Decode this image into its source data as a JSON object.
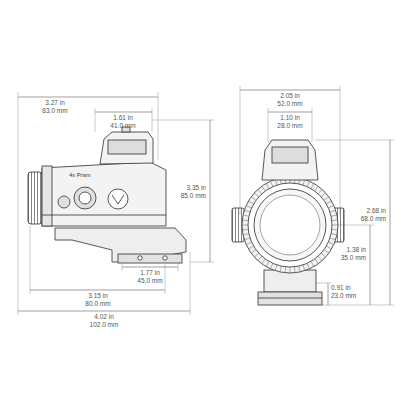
{
  "diagram": {
    "labels": [
      "4x Prism",
      "3.27 in",
      "83.0 mm",
      "1.61 in",
      "41.0 mm",
      "3.35 in",
      "85.0 mm",
      "1.77 in",
      "45.0 mm",
      "3.15 in",
      "80.0 mm",
      "4.02 in",
      "102.0 mm",
      "2.05 in",
      "52.0 mm",
      "1.10 in",
      "28.0 mm",
      "2.68 in",
      "68.0 mm",
      "1.38 in",
      "35.0 mm",
      "0.91 in",
      "23.0 mm"
    ]
  }
}
